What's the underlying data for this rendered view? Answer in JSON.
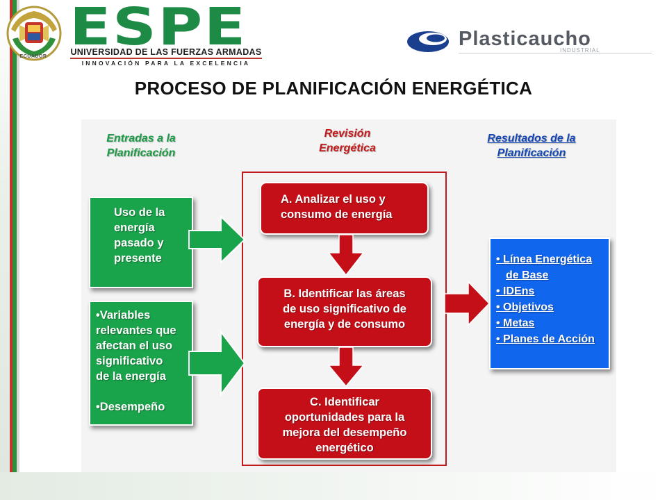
{
  "header": {
    "espe": {
      "wordmark": "ESPE",
      "university": "UNIVERSIDAD DE LAS FUERZAS ARMADAS",
      "motto": "INNOVACIÓN PARA LA EXCELENCIA",
      "seal_caption": "ECUADOR"
    },
    "partner": {
      "name": "Plasticaucho",
      "sub": "INDUSTRIAL"
    }
  },
  "title": "PROCESO DE PLANIFICACIÓN ENERGÉTICA",
  "diagram": {
    "columns": {
      "inputs": [
        "Entradas a la",
        "Planificación"
      ],
      "review": [
        "Revisión",
        "Energética"
      ],
      "results": [
        "Resultados de la",
        "Planificación"
      ]
    },
    "inputs": {
      "box1": [
        "Uso de la",
        "energía",
        "pasado y",
        "presente"
      ],
      "box2": [
        "•Variables",
        "relevantes que",
        "afectan el uso",
        "significativo",
        "de la energía"
      ],
      "box2_extra": "•Desempeño"
    },
    "steps": {
      "a": [
        "A.  Analizar  el uso y",
        "consumo  de energía"
      ],
      "b": [
        "B. Identificar las áreas",
        "de uso significativo de",
        "energía y  de consumo"
      ],
      "c": [
        "C. Identificar",
        "oportunidades para la",
        "mejora del desempeño",
        "energético"
      ]
    },
    "results": {
      "items": [
        "• Línea Energética",
        "de Base",
        "• IDEns",
        "• Objetivos",
        "• Metas",
        "• Planes de Acción"
      ]
    }
  },
  "colors": {
    "green": "#19a34a",
    "red": "#c50f18",
    "blue": "#1166ee",
    "espe_green": "#1d8a45"
  }
}
